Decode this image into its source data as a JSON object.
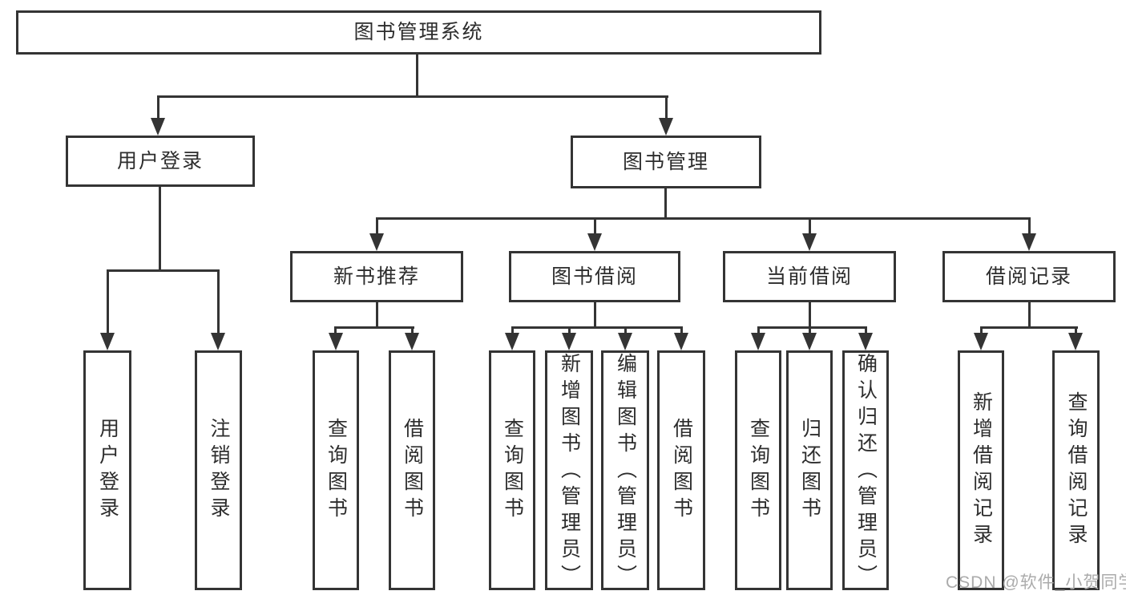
{
  "diagram": {
    "root": "图书管理系统",
    "level2": [
      "用户登录",
      "图书管理"
    ],
    "level3": [
      "新书推荐",
      "图书借阅",
      "当前借阅",
      "借阅记录"
    ],
    "leaves_user_login": [
      "用户登录",
      "注销登录"
    ],
    "leaves_new_book": [
      "查询图书",
      "借阅图书"
    ],
    "leaves_book_borrow": [
      "查询图书",
      "新增图书（管理员）",
      "编辑图书（管理员）",
      "借阅图书"
    ],
    "leaves_current_borrow": [
      "查询图书",
      "归还图书",
      "确认归还（管理员）"
    ],
    "leaves_borrow_record": [
      "新增借阅记录",
      "查询借阅记录"
    ]
  },
  "watermark": "CSDN @软件_小贺同学",
  "colors": {
    "line": "#343434",
    "text": "#2d2d2d",
    "watermark": "#ababab",
    "background": "#ffffff"
  }
}
